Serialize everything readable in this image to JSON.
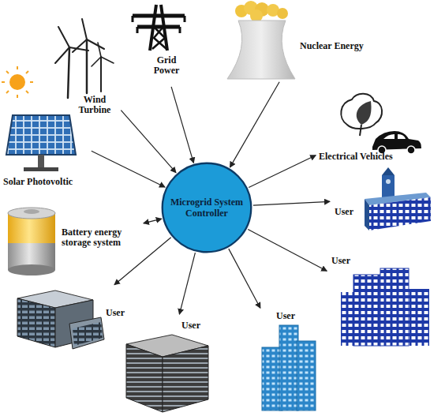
{
  "diagram": {
    "nodes": [
      {
        "text": [
          "Microgrid System Controller"
        ]
      },
      {
        "text": [
          "Solar Photovoltic"
        ]
      },
      {
        "text": [
          "Wind Turbine"
        ]
      },
      {
        "text": [
          "Grid Power"
        ]
      },
      {
        "text": [
          "Nuclear Energy"
        ]
      },
      {
        "text": [
          "Electrical Vehicles"
        ]
      },
      {
        "text": [
          "User"
        ]
      },
      {
        "text": [
          "User"
        ]
      },
      {
        "text": [
          "User"
        ]
      },
      {
        "text": [
          "User"
        ]
      },
      {
        "text": [
          "User"
        ]
      },
      {
        "text": [
          "Battery energy storage system"
        ]
      }
    ],
    "edges": [
      {
        "from": 1,
        "to": 0,
        "arrow": "to"
      },
      {
        "from": 2,
        "to": 0,
        "arrow": "to"
      },
      {
        "from": 3,
        "to": 0,
        "arrow": "to"
      },
      {
        "from": 4,
        "to": 0,
        "arrow": "to"
      },
      {
        "from": 0,
        "to": 5,
        "arrow": "to"
      },
      {
        "from": 0,
        "to": 6,
        "arrow": "to"
      },
      {
        "from": 0,
        "to": 7,
        "arrow": "to"
      },
      {
        "from": 0,
        "to": 8,
        "arrow": "to"
      },
      {
        "from": 0,
        "to": 9,
        "arrow": "to"
      },
      {
        "from": 0,
        "to": 10,
        "arrow": "to"
      },
      {
        "from": 0,
        "to": 11,
        "arrow": "both"
      }
    ]
  }
}
